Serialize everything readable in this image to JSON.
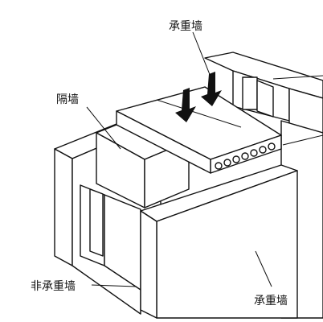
{
  "labels": {
    "bearing_wall_top": "承重墙",
    "partition_wall": "隔墙",
    "non_bearing_wall": "非承重墙",
    "bearing_wall_bottom": "承重墙"
  },
  "colors": {
    "stroke": "#111111",
    "background": "#ffffff",
    "stipple": "#222222"
  }
}
